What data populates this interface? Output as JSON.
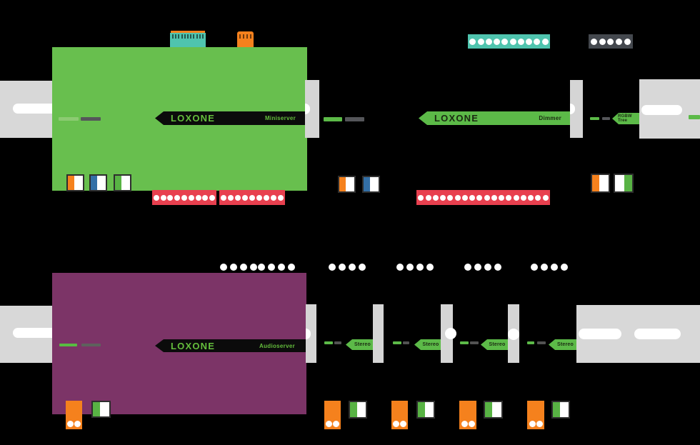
{
  "devices": {
    "miniserver": {
      "brand": "LOXONE",
      "label": "Miniserver",
      "top_connector_teal_teeth": 11,
      "top_connector_orange_teeth": 4,
      "bottom_terminal_strip_dots": [
        9,
        9
      ]
    },
    "dimmer": {
      "brand": "LOXONE",
      "label": "Dimmer",
      "top_terminal_strip_dots": 10,
      "bottom_terminal_strip_dots": 18
    },
    "rgbw_tree": {
      "label": "RGBW Tree",
      "top_terminal_strip_dots": 5
    },
    "audioserver": {
      "brand": "LOXONE",
      "label": "Audioserver",
      "top_terminal_dot_groups": [
        4,
        4
      ],
      "speaker_plug_dots": 2
    },
    "stereo_extensions": [
      {
        "label": "Stereo",
        "top_terminal_dots": 4,
        "speaker_plug_dots": 2
      },
      {
        "label": "Stereo",
        "top_terminal_dots": 4,
        "speaker_plug_dots": 2
      },
      {
        "label": "Stereo",
        "top_terminal_dots": 4,
        "speaker_plug_dots": 2
      },
      {
        "label": "Stereo",
        "top_terminal_dots": 4,
        "speaker_plug_dots": 2
      }
    ]
  },
  "colors": {
    "loxone_green": "#68BF4E",
    "band_green": "#5CBA48",
    "logo_text_green": "#64BE3C",
    "audioserver_purple": "#7C3467",
    "teal_connector": "#4FC4AE",
    "red_terminal": "#E8404F",
    "orange_connector": "#F5811D",
    "blue_connector": "#336FA6",
    "din_rail_gray": "#D8D8D8",
    "dark_terminal": "#44484E"
  }
}
